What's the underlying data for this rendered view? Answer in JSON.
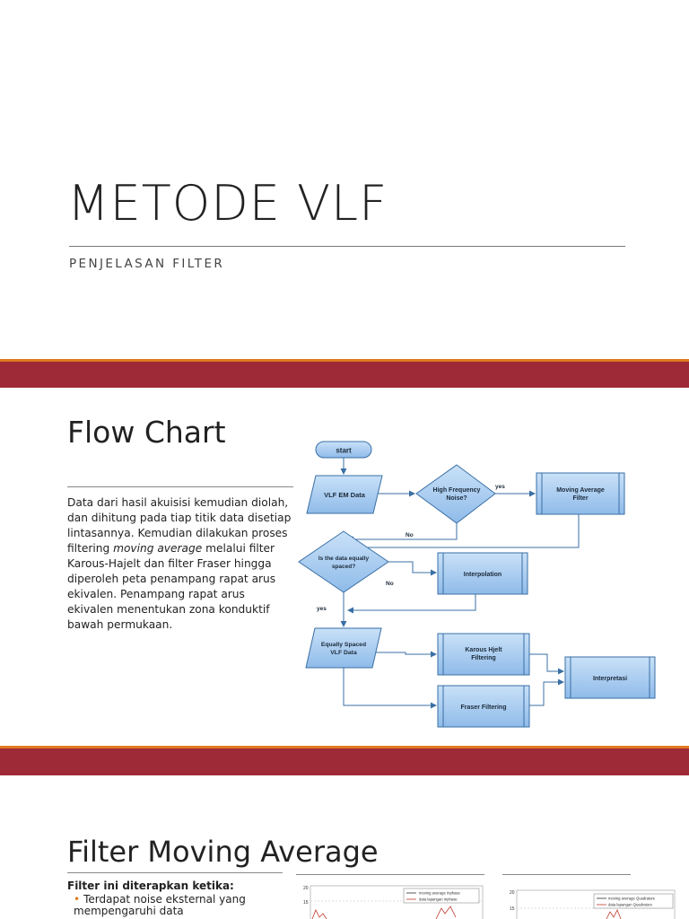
{
  "slide1": {
    "title": "METODE VLF",
    "subtitle": "PENJELASAN FILTER"
  },
  "slide2": {
    "title": "Flow Chart",
    "paragraph_before": "Data dari hasil akuisisi kemudian diolah, dan dihitung pada tiap titik data disetiap lintasannya. Kemudian dilakukan proses filtering ",
    "paragraph_italic": "moving average",
    "paragraph_after": " melalui filter Karous-Hajelt dan filter Fraser hingga diperoleh peta penampang rapat arus ekivalen. Penampang rapat arus ekivalen menentukan zona konduktif bawah permukaan.",
    "flowchart": {
      "start": "start",
      "vlf_em_data": "VLF EM Data",
      "high_freq_1": "High Frequency",
      "high_freq_2": "Noise?",
      "yes_1": "yes",
      "moving_avg_1": "Moving Average",
      "moving_avg_2": "Filter",
      "no_1": "No",
      "equally_q_1": "Is the data equally",
      "equally_q_2": "spaced?",
      "no_2": "No",
      "interpolation": "Interpolation",
      "yes_2": "yes",
      "equally_spaced_1": "Equally Spaced",
      "equally_spaced_2": "VLF Data",
      "karous_1": "Karous Hjelt",
      "karous_2": "Filtering",
      "interpretasi": "Interpretasi",
      "fraser": "Fraser Filtering"
    }
  },
  "slide3": {
    "title": "Filter Moving Average",
    "lead": "Filter ini diterapkan ketika:",
    "bullet_1": "Terdapat noise eksternal yang mempengaruhi data",
    "chart_left": {
      "y_ticks": [
        "20",
        "15"
      ],
      "legend_1": "moving average Inphase",
      "legend_2": "data lapangan Inphase"
    },
    "chart_right": {
      "y_ticks": [
        "20",
        "15"
      ],
      "legend_1": "moving average Quadrature",
      "legend_2": "data lapangan Quadrature"
    }
  },
  "colors": {
    "band": "#9e2a37",
    "band_accent": "#e07b1f",
    "node_fill": "#a9cdf2",
    "node_stroke": "#3a6fa5"
  }
}
